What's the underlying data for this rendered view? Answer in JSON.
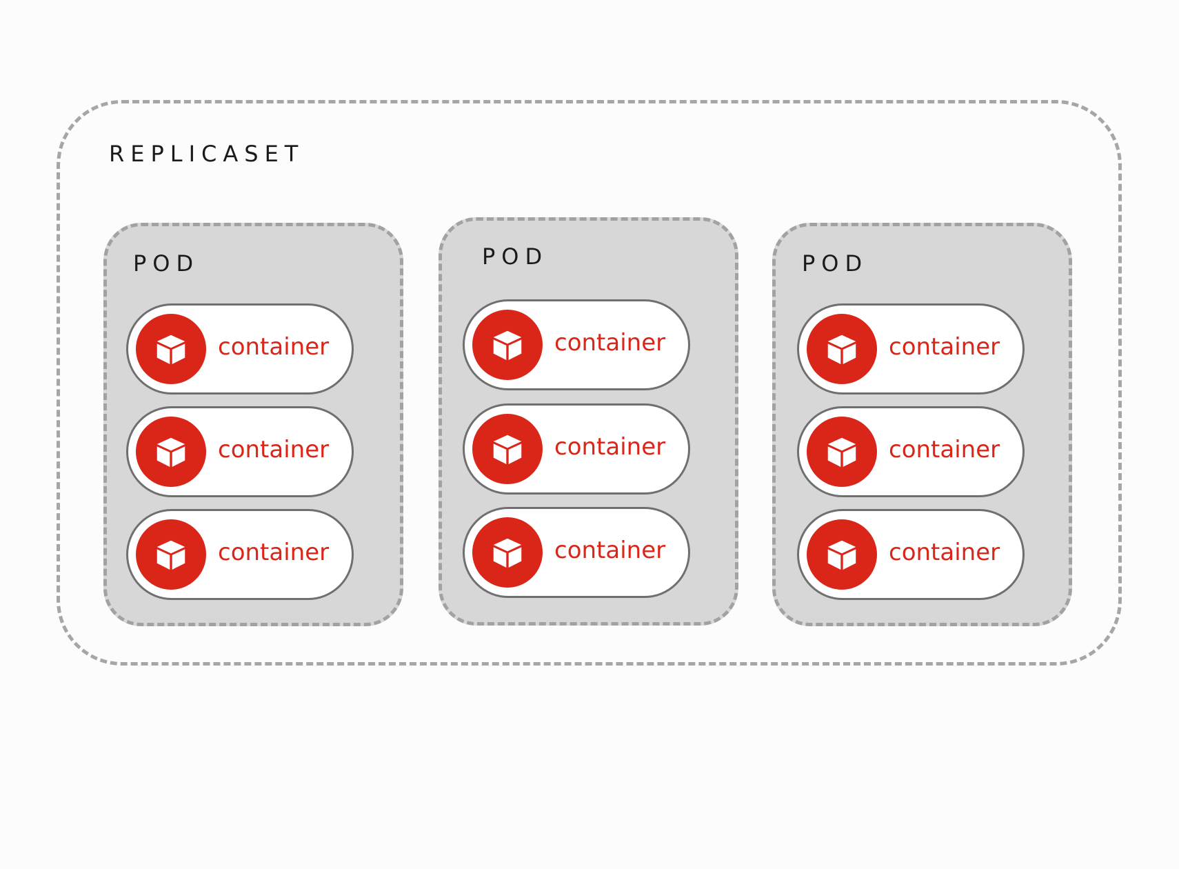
{
  "replicaset": {
    "title": "REPLICASET"
  },
  "pods": [
    {
      "title": "POD",
      "containers": [
        "container",
        "container",
        "container"
      ]
    },
    {
      "title": "POD",
      "containers": [
        "container",
        "container",
        "container"
      ]
    },
    {
      "title": "POD",
      "containers": [
        "container",
        "container",
        "container"
      ]
    }
  ],
  "colors": {
    "container_red": "#da2519",
    "pod_fill": "#d7d7d7",
    "dash_gray": "#a6a6a6"
  },
  "icons": {
    "container": "box-icon"
  }
}
